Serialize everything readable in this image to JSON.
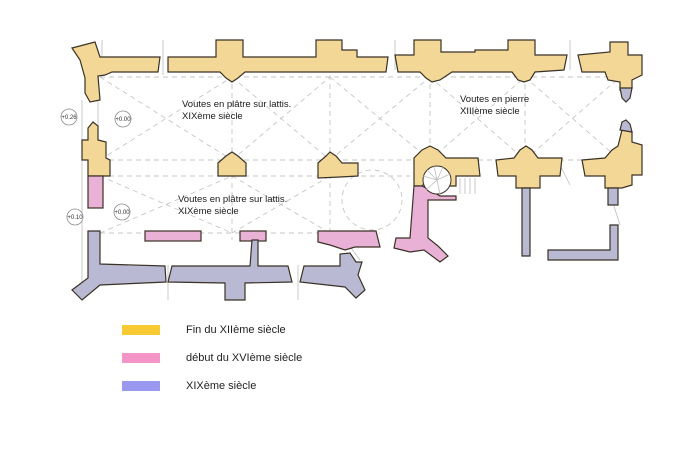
{
  "diagram": {
    "type": "architectural-floor-plan",
    "vault_labels": [
      {
        "line1": "Voutes en plâtre sur lattis.",
        "line2": "XIXème siècle"
      },
      {
        "line1": "Voutes en plâtre sur lattis.",
        "line2": "XIXème siècle"
      },
      {
        "line1": "Voutes en pierre",
        "line2": "XIIIème siècle"
      }
    ],
    "level_markers": [
      {
        "value": "+0.26"
      },
      {
        "value": "+0.00"
      },
      {
        "value": "+0.10"
      },
      {
        "value": "+0.00"
      }
    ]
  },
  "legend": {
    "items": [
      {
        "label": "Fin du XIIème siècle",
        "color": "#f7c932"
      },
      {
        "label": "début du XVIème siècle",
        "color": "#f495c8"
      },
      {
        "label": "XIXème siècle",
        "color": "#9b98f0"
      }
    ]
  },
  "colors": {
    "wall_late_12th_century": "#f2d797",
    "wall_early_16th_century": "#eab1d6",
    "wall_19th_century": "#b9b9d3"
  }
}
